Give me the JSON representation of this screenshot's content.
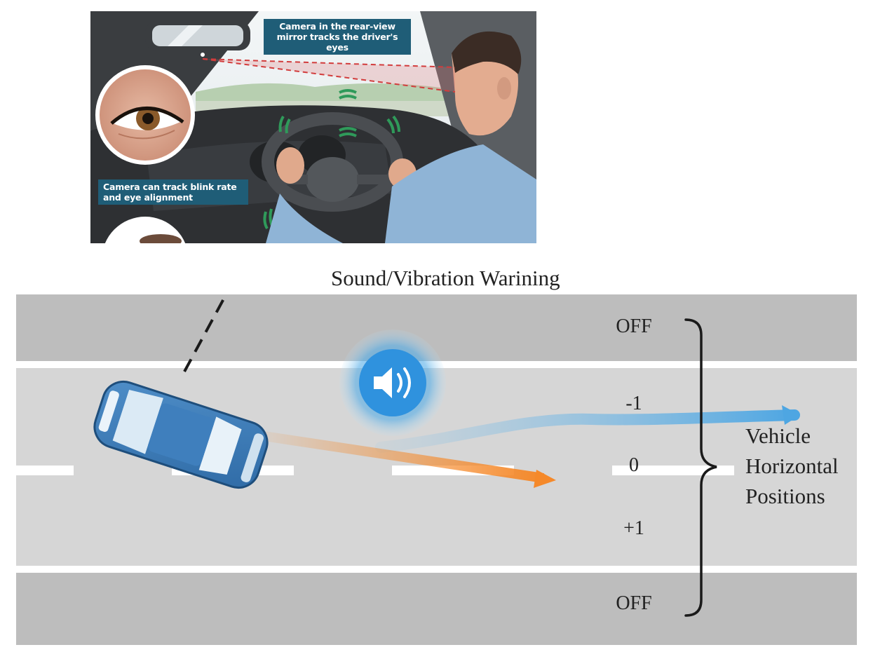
{
  "inset": {
    "callout_mirror": "Camera in the rear-view mirror tracks the driver's eyes",
    "callout_blink": "Camera can track blink rate and eye alignment"
  },
  "warning_label": "Sound/Vibration Warining",
  "positions": {
    "off_top": "OFF",
    "minus_one": "-1",
    "zero": "0",
    "plus_one": "+1",
    "off_bottom": "OFF"
  },
  "axis_label": {
    "line1": "Vehicle",
    "line2": "Horizontal",
    "line3": "Positions"
  },
  "icons": [
    "speaker-icon",
    "car-icon",
    "eye-icon",
    "rear-view-mirror-icon",
    "steering-wheel-icon",
    "brace-icon"
  ],
  "colors": {
    "road_light": "#d8d8d8",
    "road_dark": "#bdbdbd",
    "lane_line": "#ffffff",
    "drift_arrow": "#f5892a",
    "corrected_path": "#5aaee6",
    "sound_bubble": "#3d9fe0",
    "callout_bg": "#1f5d77"
  }
}
